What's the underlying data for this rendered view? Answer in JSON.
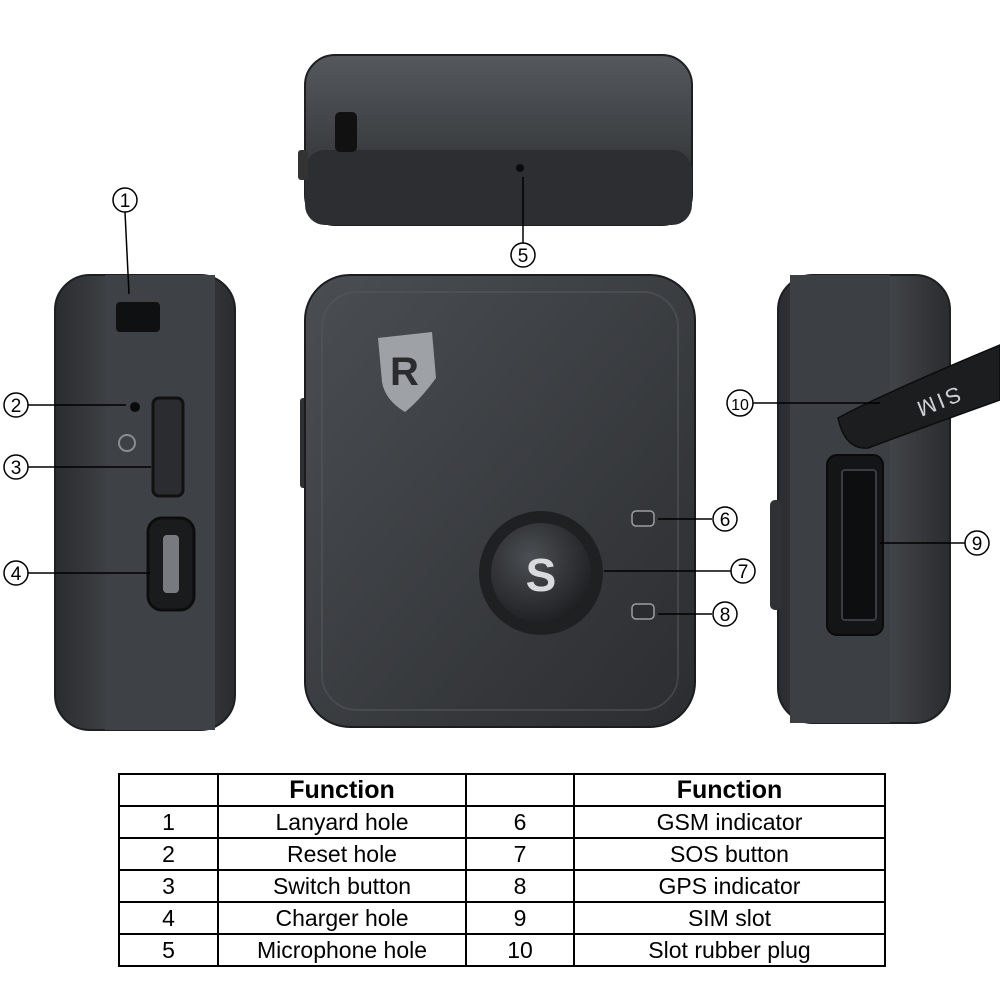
{
  "callouts": [
    {
      "number": "1",
      "label": "Lanyard hole"
    },
    {
      "number": "2",
      "label": "Reset hole"
    },
    {
      "number": "3",
      "label": "Switch button"
    },
    {
      "number": "4",
      "label": "Charger hole"
    },
    {
      "number": "5",
      "label": "Microphone hole"
    },
    {
      "number": "6",
      "label": "GSM indicator"
    },
    {
      "number": "7",
      "label": "SOS button"
    },
    {
      "number": "8",
      "label": "GPS indicator"
    },
    {
      "number": "9",
      "label": "SIM slot"
    },
    {
      "number": "10",
      "label": "Slot rubber plug"
    }
  ],
  "device": {
    "logo_letter": "R",
    "sos_label": "S",
    "sim_plug_text": "SIM"
  },
  "table": {
    "header": [
      "",
      "Function",
      "",
      "Function"
    ],
    "rows": [
      [
        "1",
        "Lanyard hole",
        "6",
        "GSM indicator"
      ],
      [
        "2",
        "Reset hole",
        "7",
        "SOS button"
      ],
      [
        "3",
        "Switch button",
        "8",
        "GPS indicator"
      ],
      [
        "4",
        "Charger hole",
        "9",
        "SIM slot"
      ],
      [
        "5",
        "Microphone hole",
        "10",
        "Slot rubber plug"
      ]
    ]
  },
  "colors": {
    "device_body": "#3a3d40",
    "device_dark": "#1f2123",
    "device_edge": "#55595d",
    "line": "#000000"
  }
}
